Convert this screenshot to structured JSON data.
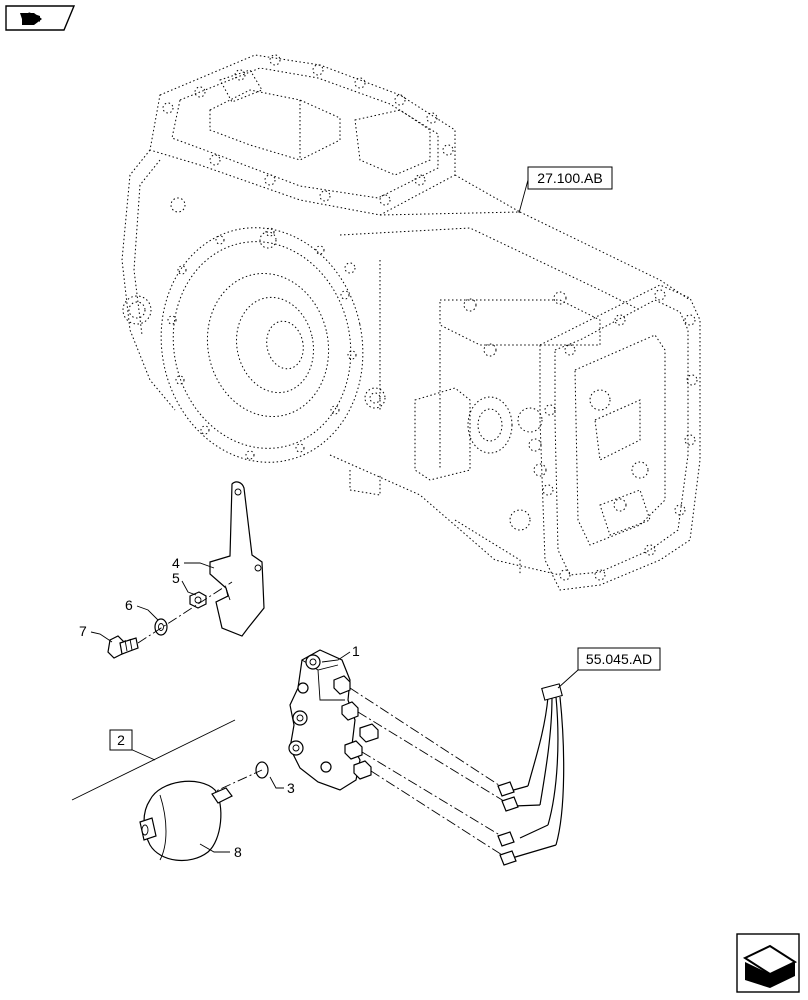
{
  "references": {
    "transmission": "27.100.AB",
    "harness": "55.045.AD",
    "kit_ref": "2"
  },
  "callouts": {
    "c1": "1",
    "c3": "3",
    "c4": "4",
    "c5": "5",
    "c6": "6",
    "c7": "7",
    "c8": "8"
  },
  "icons": {
    "top_left": "page-back-icon",
    "bottom_right": "page-forward-icon"
  }
}
